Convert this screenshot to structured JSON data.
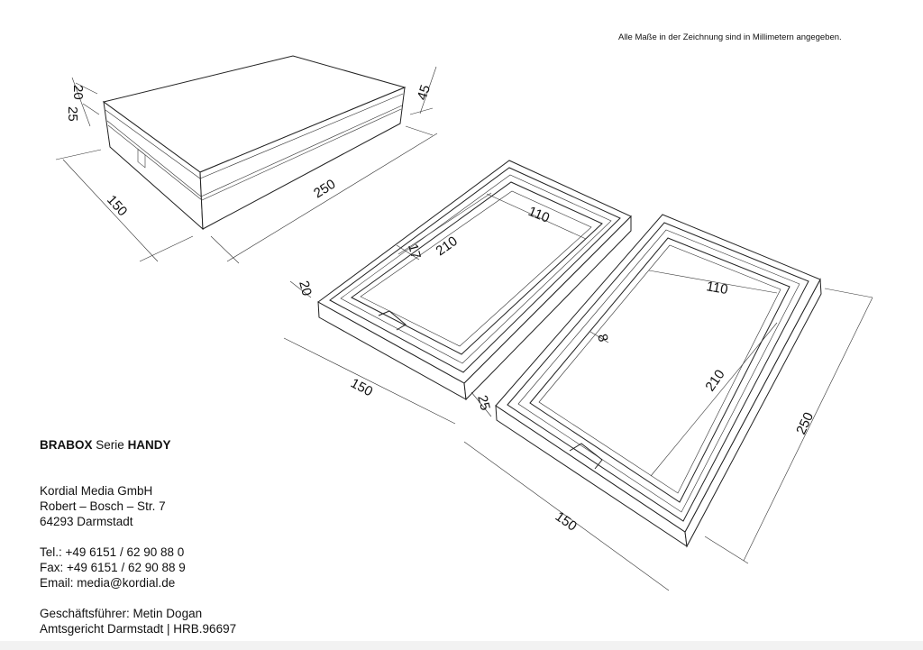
{
  "note": "Alle Maße in der Zeichnung sind in Millimetern angegeben.",
  "title": {
    "brand": "BRABOX",
    "series": "Serie",
    "model": "HANDY"
  },
  "company": {
    "name": "Kordial Media GmbH",
    "street": "Robert – Bosch – Str. 7",
    "city": "64293 Darmstadt",
    "tel": "Tel.: +49 6151 / 62 90 88 0",
    "fax": "Fax: +49 6151 / 62 90 88 9",
    "email": "Email: media@kordial.de",
    "ceo": "Geschäftsführer: Metin Dogan",
    "register": "Amtsgericht Darmstadt | HRB.96697"
  },
  "dimensions": {
    "closed_box": {
      "lid_height": "20",
      "base_height": "25",
      "total_height": "45",
      "width": "150",
      "length": "250"
    },
    "lid_tray": {
      "rim": "20",
      "wall": "17",
      "inner_length": "210",
      "inner_width": "110",
      "width": "150",
      "height": "25"
    },
    "base_tray": {
      "wall": "8",
      "inner_length": "210",
      "inner_width": "110",
      "width": "150",
      "length": "250"
    }
  }
}
